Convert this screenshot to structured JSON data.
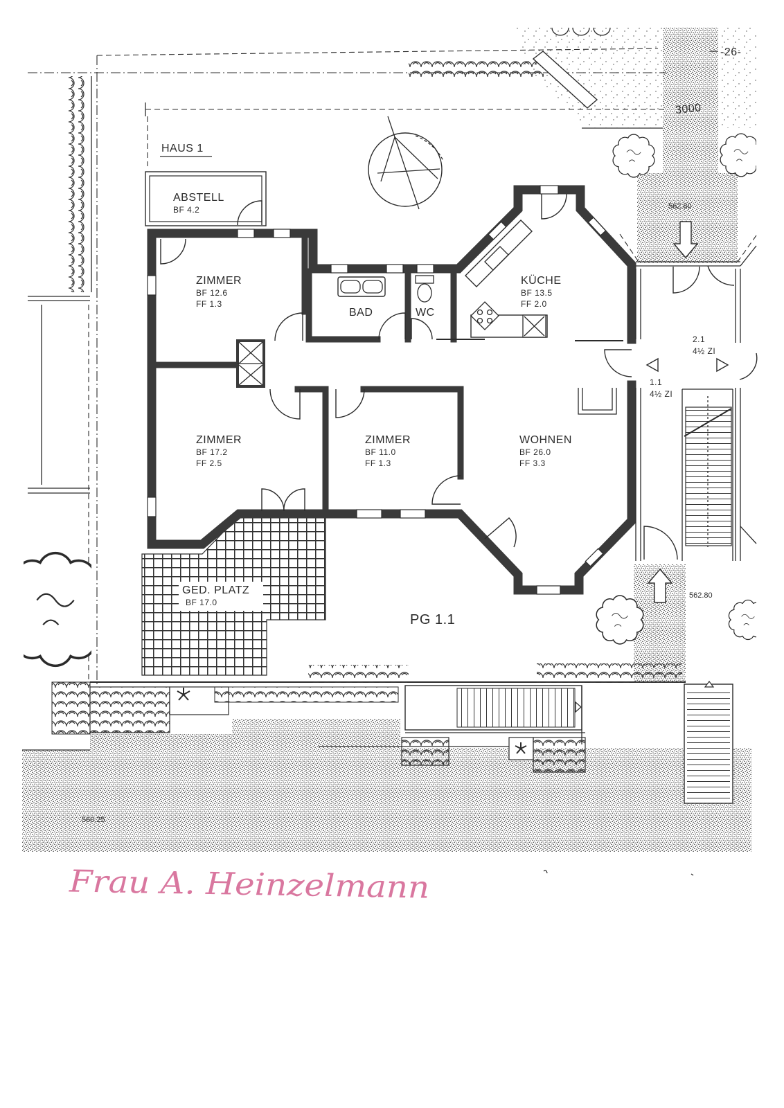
{
  "sheet": {
    "page_number": "-26-",
    "dimension": "3000",
    "house_label": "HAUS 1",
    "unit_label": "PG 1.1"
  },
  "rooms": [
    {
      "name": "ABSTELL",
      "bf": "BF 4.2"
    },
    {
      "name": "ZIMMER",
      "bf": "BF 12.6",
      "ff": "FF 1.3"
    },
    {
      "name": "BAD"
    },
    {
      "name": "WC"
    },
    {
      "name": "KÜCHE",
      "bf": "BF 13.5",
      "ff": "FF 2.0"
    },
    {
      "name": "ZIMMER",
      "bf": "BF 17.2",
      "ff": "FF 2.5"
    },
    {
      "name": "ZIMMER",
      "bf": "BF 11.0",
      "ff": "FF 1.3"
    },
    {
      "name": "WOHNEN",
      "bf": "BF 26.0",
      "ff": "FF 3.3"
    },
    {
      "name": "GED. PLATZ",
      "bf": "BF 17.0"
    }
  ],
  "apartments": [
    {
      "number": "1.1",
      "size": "4½ ZI"
    },
    {
      "number": "2.1",
      "size": "4½ ZI"
    }
  ],
  "elevations": [
    "562.80",
    "562.80",
    "560.25"
  ],
  "signature": "Frau A. Heinzelmann",
  "colors": {
    "ink": "#2b2b2b",
    "wall": "#3a3a3a",
    "signature": "#d9779f"
  }
}
